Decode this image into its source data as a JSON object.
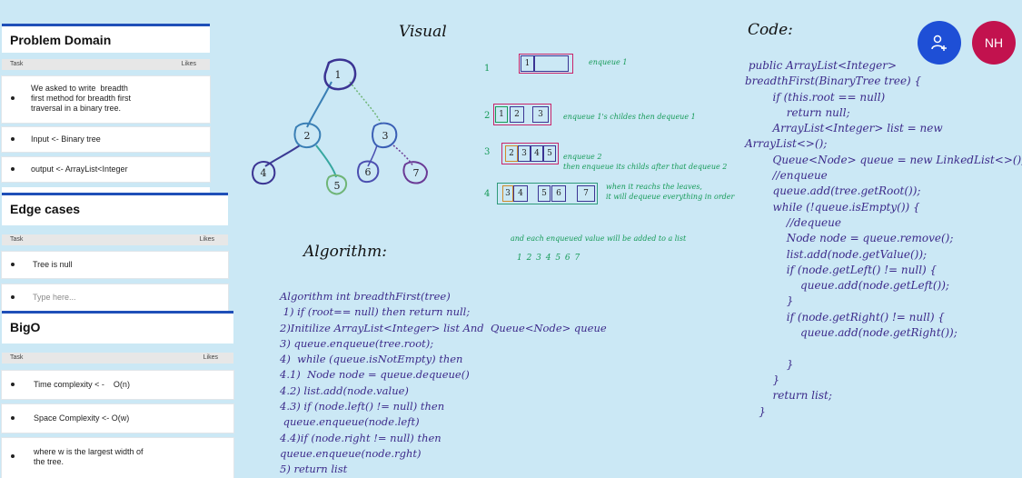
{
  "cards": {
    "problem": {
      "title": "Problem Domain",
      "col_task": "Task",
      "col_likes": "Likes",
      "items": [
        "We asked to write  breadth\nfirst method for breadth first\ntraversal in a binary tree.",
        "Input <- Binary tree",
        "output <- ArrayList<Integer"
      ]
    },
    "edge": {
      "title": "Edge cases",
      "col_task": "Task",
      "col_likes": "Likes",
      "items": [
        "Tree is null"
      ],
      "input_placeholder": "Type here..."
    },
    "bigo": {
      "title": "BigO",
      "col_task": "Task",
      "col_likes": "Likes",
      "items": [
        "Time complexity < -    O(n)",
        "Space Complexity <- O(w)",
        "where w is the largest width of\nthe tree."
      ]
    }
  },
  "headings": {
    "visual": "Visual",
    "algorithm": "Algorithm:",
    "code": "Code:"
  },
  "tree": {
    "nodes": [
      "1",
      "2",
      "3",
      "4",
      "5",
      "6",
      "7"
    ]
  },
  "queue_steps": [
    {
      "num": "1",
      "cells": [
        "1",
        ""
      ],
      "note": "enqueue 1"
    },
    {
      "num": "2",
      "cells": [
        "1",
        "2",
        "3"
      ],
      "note": "enqueue 1's childes then dequeue 1"
    },
    {
      "num": "3",
      "cells": [
        "2",
        "3",
        "4",
        "5"
      ],
      "note": "enqueue 2\nthen enqueue its childs after that dequeue 2"
    },
    {
      "num": "4",
      "cells": [
        "3",
        "4",
        "5",
        "6",
        "7"
      ],
      "note": "when it reachs the leaves,\nit will dequeue everything in order"
    }
  ],
  "queue_footer": "and each enqueued value will be added to a list",
  "queue_result": "1 2 3 4 5 6 7",
  "algorithm_text": "Algorithm int breadthFirst(tree)\n 1) if (root== null) then return null;\n2)Initilize ArrayList<Integer> list And  Queue<Node> queue\n3) queue.enqueue(tree.root);\n4)  while (queue.isNotEmpty) then\n4.1)  Node node = queue.dequeue()\n4.2) list.add(node.value)\n4.3) if (node.left() != null) then\n queue.enqueue(node.left)\n4.4)if (node.right != null) then\nqueue.enqueue(node.rght)\n5) return list",
  "code_text": " public ArrayList<Integer>\nbreadthFirst(BinaryTree tree) {\n        if (this.root == null)\n            return null;\n        ArrayList<Integer> list = new\nArrayList<>();\n        Queue<Node> queue = new LinkedList<>();\n        //enqueue\n        queue.add(tree.getRoot());\n        while (!queue.isEmpty()) {\n            //dequeue\n            Node node = queue.remove();\n            list.add(node.getValue());\n            if (node.getLeft() != null) {\n                queue.add(node.getLeft());\n            }\n            if (node.getRight() != null) {\n                queue.add(node.getRight());\n\n            }\n        }\n        return list;\n    }",
  "avatars": {
    "add_user_icon": "person-plus-icon",
    "add_user_color": "#1e4fd6",
    "user_initials": "NH",
    "user_color": "#c2124e"
  }
}
